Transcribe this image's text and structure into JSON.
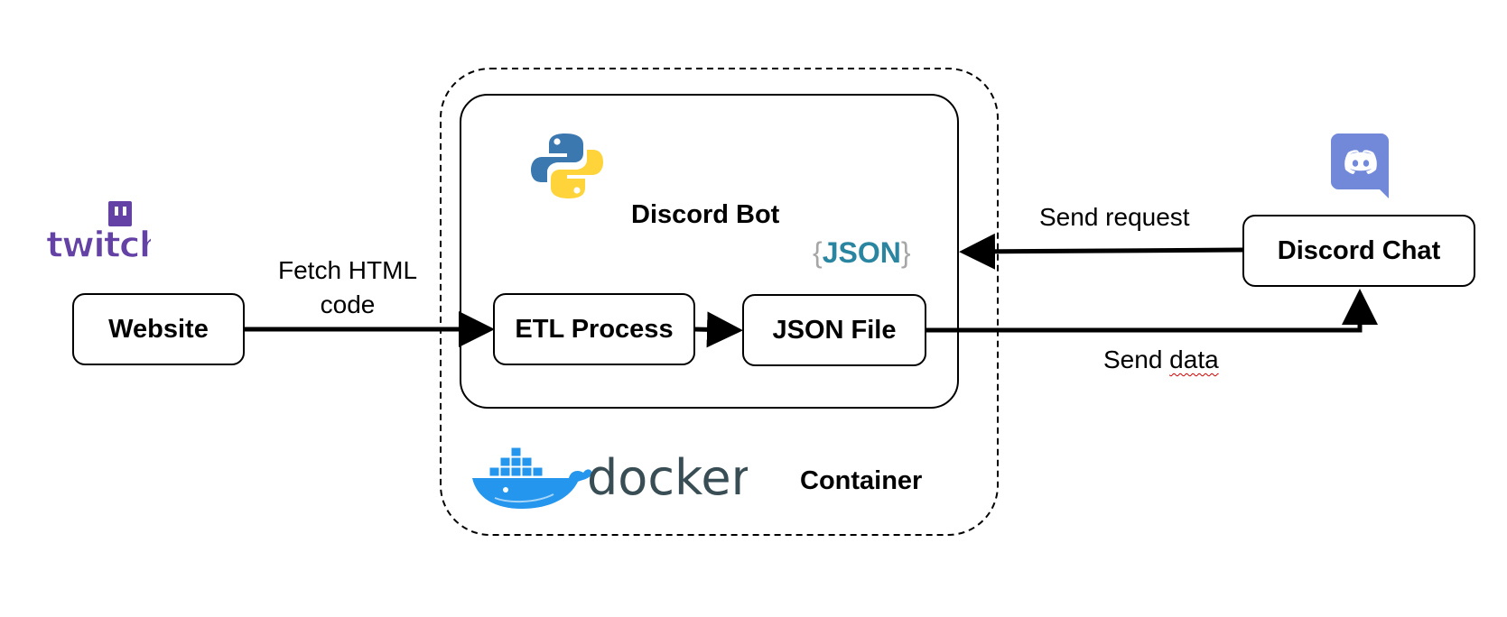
{
  "nodes": {
    "website": "Website",
    "etl": "ETL Process",
    "json_file": "JSON File",
    "discord_chat": "Discord Chat"
  },
  "labels": {
    "discord_bot": "Discord Bot",
    "container": "Container",
    "fetch_line1": "Fetch HTML",
    "fetch_line2": "code",
    "send_request": "Send request",
    "send_data_part1": "Send ",
    "send_data_part2": "data"
  },
  "logos": {
    "twitch": "twitch",
    "python": "python",
    "json": "JSON",
    "docker": "docker",
    "discord": "discord"
  },
  "colors": {
    "twitch_purple": "#6441a5",
    "python_blue": "#3b78b0",
    "python_yellow": "#ffd43b",
    "json_teal": "#2a86a0",
    "docker_blue": "#2496ed",
    "docker_text": "#394d54",
    "discord_blurple": "#7289da"
  }
}
